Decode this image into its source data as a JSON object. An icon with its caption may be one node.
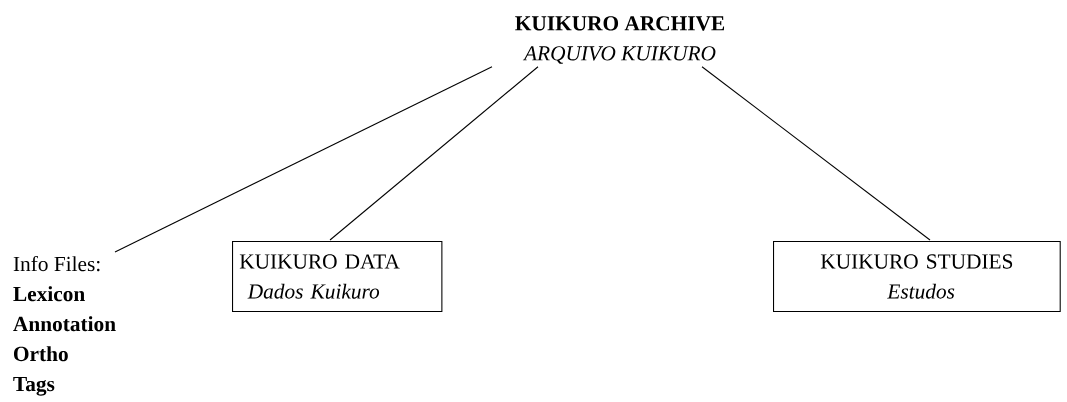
{
  "diagram": {
    "nodes": [
      {
        "text": [
          "KUIKURO ARCHIVE",
          "ARQUIVO KUIKURO"
        ]
      },
      {
        "text": [
          "Info Files:",
          "Lexicon",
          "Annotation",
          "Ortho",
          "Tags"
        ]
      },
      {
        "text": [
          "KUIKURO DATA",
          "Dados Kuikuro"
        ]
      },
      {
        "text": [
          "KUIKURO STUDIES",
          "Estudos"
        ]
      }
    ],
    "edges": [
      {
        "from": 0,
        "to": 1,
        "arrow": "none"
      },
      {
        "from": 0,
        "to": 2,
        "arrow": "none"
      },
      {
        "from": 0,
        "to": 3,
        "arrow": "none"
      }
    ]
  }
}
